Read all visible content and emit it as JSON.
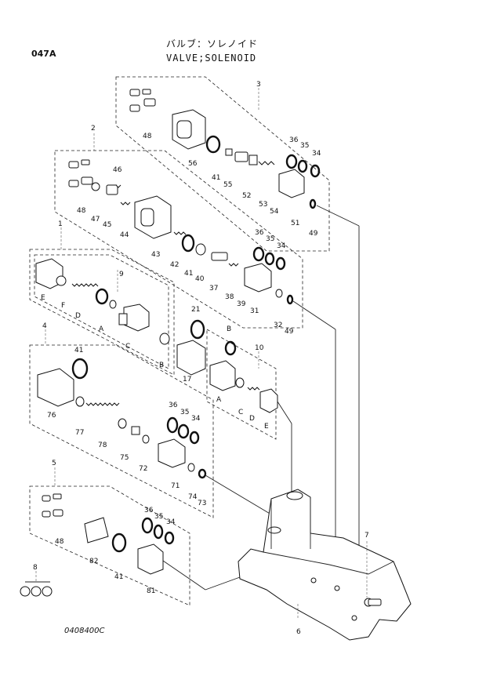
{
  "header": {
    "code": "047A",
    "title_jp": "バルブ：ソレノイド",
    "title_en": "VALVE;SOLENOID"
  },
  "footer": {
    "ref": "0408400C"
  },
  "callouts": {
    "g1": "1",
    "g2": "2",
    "g3": "3",
    "g4": "4",
    "g5": "5",
    "g6": "6",
    "g7": "7",
    "g8": "8",
    "g9": "9",
    "g10": "10",
    "p3_48": "48",
    "p3_56": "56",
    "p3_41": "41",
    "p3_55": "55",
    "p3_52": "52",
    "p3_53": "53",
    "p3_54": "54",
    "p3_36": "36",
    "p3_35": "35",
    "p3_34": "34",
    "p3_51": "51",
    "p3_49": "49",
    "p2_46": "46",
    "p2_48": "48",
    "p2_47": "47",
    "p2_45": "45",
    "p2_44": "44",
    "p2_43": "43",
    "p2_42": "42",
    "p2_41": "41",
    "p2_40": "40",
    "p2_37": "37",
    "p2_38": "38",
    "p2_39": "39",
    "p2_36": "36",
    "p2_35": "35",
    "p2_34": "34",
    "p2_31": "31",
    "p2_32": "32",
    "p2_49": "49",
    "p1_E": "E",
    "p1_F": "F",
    "p1_D": "D",
    "p1_A": "A",
    "p1_C": "C",
    "p1_B": "B",
    "p10_21": "21",
    "p10_B": "B",
    "p10_17": "17",
    "p10_A": "A",
    "p10_C": "C",
    "p10_D": "D",
    "p10_E": "E",
    "p4_41": "41",
    "p4_76": "76",
    "p4_77": "77",
    "p4_78": "78",
    "p4_75": "75",
    "p4_72": "72",
    "p4_36": "36",
    "p4_35": "35",
    "p4_34": "34",
    "p4_71": "71",
    "p4_74": "74",
    "p4_73": "73",
    "p5_48": "48",
    "p5_82": "82",
    "p5_36": "36",
    "p5_35": "35",
    "p5_34": "34",
    "p5_41": "41",
    "p5_81": "81"
  }
}
